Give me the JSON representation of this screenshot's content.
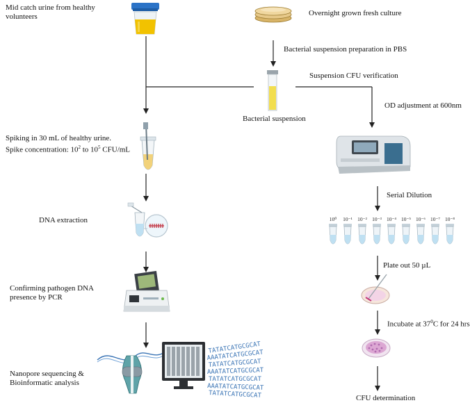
{
  "labels": {
    "mid_catch": [
      "Mid catch urine from healthy",
      "volunteers"
    ],
    "overnight": "Overnight grown fresh culture",
    "bacterial_prep": "Bacterial suspension preparation in PBS",
    "cfu_verification": "Suspension CFU verification",
    "bacterial_suspension": "Bacterial suspension",
    "od_adjustment": "OD adjustment at 600nm",
    "spiking_line1": "Spiking in 30 mL of healthy urine.",
    "spiking_line2_prefix": "Spike concentration: 10",
    "spiking_line2_exp1": "2",
    "spiking_line2_mid": " to 10",
    "spiking_line2_exp2": "5",
    "spiking_line2_suffix": " CFU/mL",
    "dna_extraction": "DNA extraction",
    "serial_dilution": "Serial Dilution",
    "confirming": [
      "Confirming pathogen DNA",
      "presence by PCR"
    ],
    "plate_out": "Plate out 50 µL",
    "incubate_prefix": "Incubate at 37",
    "incubate_exp": "0",
    "incubate_suffix": "C for 24 hrs",
    "nanopore": [
      "Nanopore sequencing &",
      "Bioinformatic analysis"
    ],
    "cfu_determination": "CFU determination"
  },
  "dilutions": [
    "10⁰",
    "10⁻¹",
    "10⁻²",
    "10⁻³",
    "10⁻⁴",
    "10⁻⁵",
    "10⁻⁶",
    "10⁻⁷",
    "10⁻⁸"
  ],
  "sequence_text": [
    "TATATCATGCGCAT",
    "AAATATCATGCGCAT",
    "TATATCATGCGCAT",
    "AAATATCATGCGCAT",
    "TATATCATGCGCAT",
    "AAATATCATGCGCAT",
    "TATATCATGCGCAT"
  ],
  "colors": {
    "line": "#222222",
    "urine": "#f2c200",
    "cap_blue": "#2b73c7",
    "plate": "#e7c98a",
    "tube_liquid": "#bfe0f2",
    "machine_gray": "#cfd6db",
    "petri_pink": "#e8b7d6",
    "dna_blue": "#3a74b5",
    "nanopore_teal": "#5fa3a8"
  }
}
